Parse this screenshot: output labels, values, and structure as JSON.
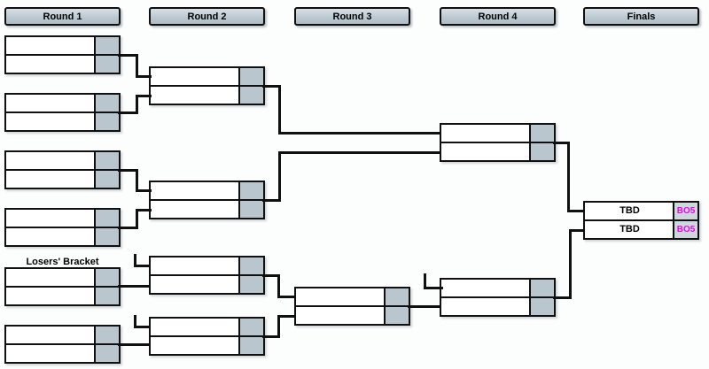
{
  "columns": [
    {
      "label": "Round 1"
    },
    {
      "label": "Round 2"
    },
    {
      "label": "Round 3"
    },
    {
      "label": "Round 4"
    },
    {
      "label": "Finals"
    }
  ],
  "sections": {
    "losers_bracket_label": "Losers' Bracket"
  },
  "finals_match": {
    "slots": [
      {
        "team": "TBD",
        "format_badge": "BO5"
      },
      {
        "team": "TBD",
        "format_badge": "BO5"
      }
    ]
  },
  "bracket_structure": {
    "type": "double-elimination",
    "upper_bracket": {
      "round_1_matches": 4,
      "round_2_matches": 2,
      "round_4_matches": 1
    },
    "lower_bracket": {
      "round_1_matches": 2,
      "round_2_matches": 2,
      "round_3_matches": 1,
      "round_4_matches": 1
    },
    "grand_final_matches": 1,
    "all_non_final_slots_blank": true
  },
  "colors": {
    "badge_text": "#e606e6",
    "score_cell_fill": "#b9c6ce",
    "header_fill": "#bcc9d1",
    "connector": "#101010",
    "background": "#fcfdfd"
  }
}
